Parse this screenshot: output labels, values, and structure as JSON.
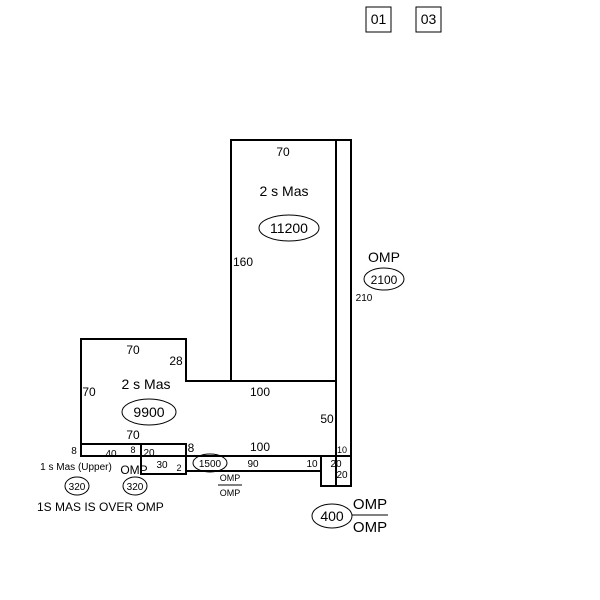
{
  "header_boxes": [
    "01",
    "03"
  ],
  "sections": {
    "upper_tall": {
      "dimension": "70",
      "side": "160",
      "type": "2 s Mas",
      "area": "11200"
    },
    "omp_strip": {
      "label": "OMP",
      "area": "2100",
      "side": "210"
    },
    "lower_block": {
      "top": "70",
      "notch": "28",
      "left": "70",
      "mid": "100",
      "right": "50",
      "inner": "70",
      "bottom": "100",
      "type": "2 s Mas",
      "area": "9900"
    },
    "upper_wing": {
      "label": "1 s Mas  (Upper)",
      "width": "40",
      "small": "8",
      "left": "8",
      "area": "320"
    },
    "omp_small": {
      "label": "OMP",
      "side": "20",
      "area": "320"
    },
    "porch": {
      "len": "30",
      "tiny": "2",
      "area": "1500",
      "span": "90",
      "top": "OMP",
      "bottom": "OMP"
    },
    "corner": {
      "a": "10",
      "b": "20",
      "c": "10",
      "d": "20",
      "e": "8"
    },
    "summary": {
      "area": "400",
      "top": "OMP",
      "bottom": "OMP"
    }
  },
  "note": "1S MAS IS OVER OMP"
}
